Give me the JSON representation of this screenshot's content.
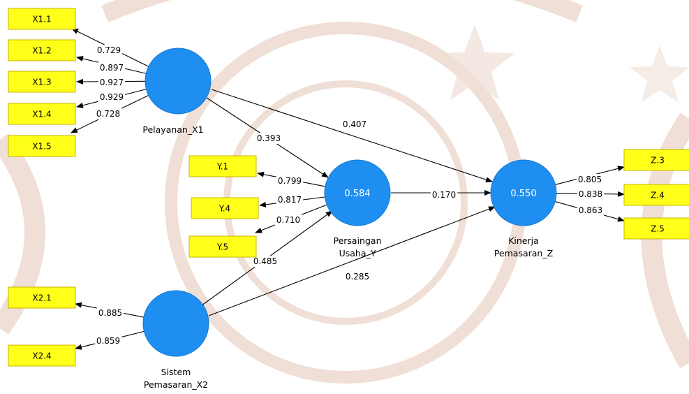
{
  "colors": {
    "construct": "#1e8ff0",
    "construct_stroke": "#1778d0",
    "indicator_fill": "#ffff1a",
    "indicator_stroke": "#c8b400",
    "arrow": "#000000",
    "watermark": "#f0dfd6"
  },
  "constructs": [
    {
      "id": "X1",
      "name_lines": [
        "Pelayanan_X1"
      ],
      "value": ""
    },
    {
      "id": "Y",
      "name_lines": [
        "Persaingan",
        "Usaha_Y"
      ],
      "value": "0.584"
    },
    {
      "id": "Z",
      "name_lines": [
        "Kinerja",
        "Pemasaran_Z"
      ],
      "value": "0.550"
    },
    {
      "id": "X2",
      "name_lines": [
        "Sistem",
        "Pemasaran_X2"
      ],
      "value": ""
    }
  ],
  "indicators": [
    {
      "label": "X1.1",
      "construct": "X1",
      "loading": "0.729"
    },
    {
      "label": "X1.2",
      "construct": "X1",
      "loading": "0.897"
    },
    {
      "label": "X1.3",
      "construct": "X1",
      "loading": "0.927"
    },
    {
      "label": "X1.4",
      "construct": "X1",
      "loading": "0.929"
    },
    {
      "label": "X1.5",
      "construct": "X1",
      "loading": "0.728"
    },
    {
      "label": "Y.1",
      "construct": "Y",
      "loading": "0.799"
    },
    {
      "label": "Y.4",
      "construct": "Y",
      "loading": "0.817"
    },
    {
      "label": "Y.5",
      "construct": "Y",
      "loading": "0.710"
    },
    {
      "label": "X2.1",
      "construct": "X2",
      "loading": "0.885"
    },
    {
      "label": "X2.4",
      "construct": "X2",
      "loading": "0.859"
    },
    {
      "label": "Z.3",
      "construct": "Z",
      "loading": "0.805"
    },
    {
      "label": "Z.4",
      "construct": "Z",
      "loading": "0.838"
    },
    {
      "label": "Z.5",
      "construct": "Z",
      "loading": "0.863"
    }
  ],
  "paths": [
    {
      "from": "X1",
      "to": "Y",
      "coefficient": "0.393"
    },
    {
      "from": "X1",
      "to": "Z",
      "coefficient": "0.407"
    },
    {
      "from": "Y",
      "to": "Z",
      "coefficient": "0.170"
    },
    {
      "from": "X2",
      "to": "Y",
      "coefficient": "0.485"
    },
    {
      "from": "X2",
      "to": "Z",
      "coefficient": "0.285"
    }
  ]
}
